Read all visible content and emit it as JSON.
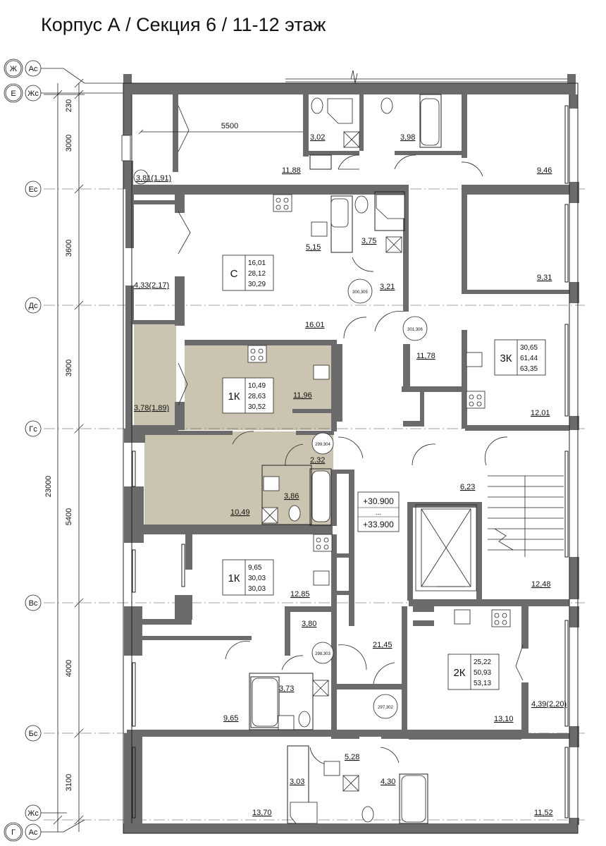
{
  "title": "Корпус А / Секция 6 / 11-12 этаж",
  "axes": {
    "left_top": [
      {
        "a": "Ж",
        "b": "Ас"
      },
      {
        "a": "Е",
        "b": "Жс"
      }
    ],
    "left_bottom": [
      {
        "a": "Жс",
        "b": ""
      },
      {
        "a": "Г",
        "b": "Ас"
      }
    ],
    "rows": [
      "Ес",
      "Дс",
      "Гс",
      "Вс",
      "Бс"
    ]
  },
  "dimensions": {
    "d230": "230",
    "d3000": "3000",
    "d3600": "3600",
    "d3900": "3900",
    "d5400": "5400",
    "d4000": "4000",
    "d3100": "3100",
    "d23000": "23000",
    "d5500": "5500"
  },
  "apartments": [
    {
      "type": "С",
      "v1": "16,01",
      "v2": "28,12",
      "v3": "30,29"
    },
    {
      "type": "1К",
      "v1": "10,49",
      "v2": "28,63",
      "v3": "30,52",
      "highlighted": true
    },
    {
      "type": "3К",
      "v1": "30,65",
      "v2": "61,44",
      "v3": "63,35"
    },
    {
      "type": "1К",
      "v1": "9,65",
      "v2": "30,03",
      "v3": "30,03"
    },
    {
      "type": "2К",
      "v1": "25,22",
      "v2": "50,93",
      "v3": "53,13"
    }
  ],
  "rooms": {
    "r1": "11,88",
    "r2": "3,02",
    "r3": "3,98",
    "r4": "9,46",
    "r5": "3,81(1,91)",
    "r6": "5,15",
    "r7": "3,75",
    "r8": "9,31",
    "r9": "4,33(2,17)",
    "r10": "3,21",
    "r11": "16,01",
    "r12": "11,78",
    "r13": "3,78(1,89)",
    "r14": "11,96",
    "r15": "12,01",
    "r16": "2,32",
    "r17": "3,86",
    "r18": "10,49",
    "r19": "6,23",
    "r20": "12,48",
    "r21": "12,85",
    "r22": "3,80",
    "r23": "21,45",
    "r24": "3,73",
    "r25": "9,65",
    "r26": "13,10",
    "r27": "4,39(2,20)",
    "r28": "5,28",
    "r29": "3,03",
    "r30": "4,30",
    "r31": "13,70",
    "r32": "11,52"
  },
  "markers": {
    "m1": "300,305",
    "m2": "301,306",
    "m3": "299,304",
    "m4": "298,303",
    "m5": "297,302"
  },
  "levels": {
    "l1": "+30.900",
    "sep": "...",
    "l2": "+33.900"
  },
  "colors": {
    "wall": "#6b6b6b",
    "highlight": "#cbc4b0",
    "line": "#222222"
  }
}
